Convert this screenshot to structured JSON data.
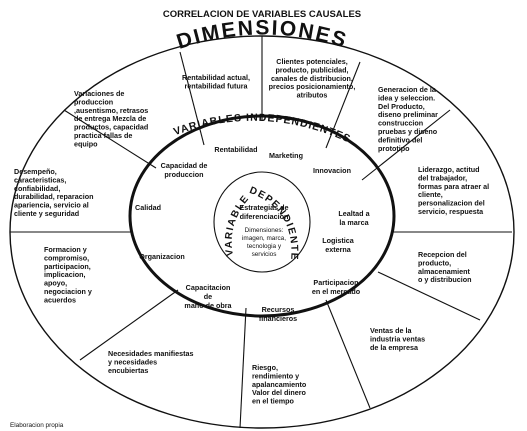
{
  "title": "CORRELACION DE VARIABLES CAUSALES",
  "ring_titles": {
    "outer": "DIMENSIONES",
    "middle": "VARIABLES INDEPENDIENTES",
    "inner_left": "VARIABLE",
    "inner_right": "DEPENDIENTE"
  },
  "center": {
    "main": [
      "Estrategias de",
      "diferenciacion"
    ],
    "sub": [
      "Dimensiones:",
      "imagen, marca,",
      "tecnologia y",
      "servicios"
    ]
  },
  "outer_items": [
    {
      "id": "outer-rentabilidad-actual",
      "lines": [
        "Rentabilidad actual,",
        "rentabilidad futura"
      ]
    },
    {
      "id": "outer-clientes-potenciales",
      "lines": [
        "Clientes potenciales,",
        "producto, publicidad,",
        "canales de distribucion,",
        "precios posicionamiento,",
        "atributos"
      ]
    },
    {
      "id": "outer-generacion-idea",
      "lines": [
        "Generacion de la",
        "idea y seleccion.",
        "Del Producto,",
        "diseno preliminar",
        "construccion",
        "pruebas y diseno",
        "definitivo del",
        "prototipo"
      ]
    },
    {
      "id": "outer-liderazgo",
      "lines": [
        "Liderazgo, actitud",
        "del trabajador,",
        "formas para atraer al",
        "cliente,",
        "personalizacion del",
        "servicio, respuesta"
      ]
    },
    {
      "id": "outer-recepcion-producto",
      "lines": [
        "Recepcion del",
        "producto,",
        "almacenamient",
        "o y distribucion"
      ]
    },
    {
      "id": "outer-ventas-industria",
      "lines": [
        "Ventas de la",
        "industria ventas",
        "de la empresa"
      ]
    },
    {
      "id": "outer-riesgo",
      "lines": [
        "Riesgo,",
        "rendimiento y",
        "apalancamiento",
        "Valor del dinero",
        "en el tiempo"
      ]
    },
    {
      "id": "outer-necesidades",
      "lines": [
        "Necesidades manifiestas",
        "y necesidades",
        "encubiertas"
      ]
    },
    {
      "id": "outer-formacion",
      "lines": [
        "Formacion y",
        "compromiso,",
        "participacion,",
        "implicacion,",
        "apoyo,",
        "negociacion y",
        "acuerdos"
      ]
    },
    {
      "id": "outer-desempeno",
      "lines": [
        "Desempeño,",
        "caracteristicas,",
        "confiabilidad,",
        "durabilidad, reparacion",
        "apariencia, servicio al",
        "cliente y seguridad"
      ]
    },
    {
      "id": "outer-variaciones",
      "lines": [
        "Variaciones de",
        "produccion",
        ",ausentismo, retrasos",
        "de entrega Mezcla de",
        "productos, capacidad",
        "practica fallas de",
        "equipo"
      ]
    }
  ],
  "inner_items": [
    {
      "id": "inner-rentabilidad",
      "lines": [
        "Rentabilidad"
      ]
    },
    {
      "id": "inner-marketing",
      "lines": [
        "Marketing"
      ]
    },
    {
      "id": "inner-innovacion",
      "lines": [
        "Innovacion"
      ]
    },
    {
      "id": "inner-lealtad",
      "lines": [
        "Lealtad a",
        "la marca"
      ]
    },
    {
      "id": "inner-logistica",
      "lines": [
        "Logistica",
        "externa"
      ]
    },
    {
      "id": "inner-participacion-mercado",
      "lines": [
        "Participacion",
        "en el mercado"
      ]
    },
    {
      "id": "inner-recursos-financieros",
      "lines": [
        "Recursos",
        "financieros"
      ]
    },
    {
      "id": "inner-capacitacion",
      "lines": [
        "Capacitacion",
        "de",
        "mano de obra"
      ]
    },
    {
      "id": "inner-organizacion",
      "lines": [
        "Organizacion"
      ]
    },
    {
      "id": "inner-calidad",
      "lines": [
        "Calidad"
      ]
    },
    {
      "id": "inner-capacidad-produccion",
      "lines": [
        "Capacidad de",
        "produccion"
      ]
    }
  ],
  "footer": "Elaboracion propia"
}
